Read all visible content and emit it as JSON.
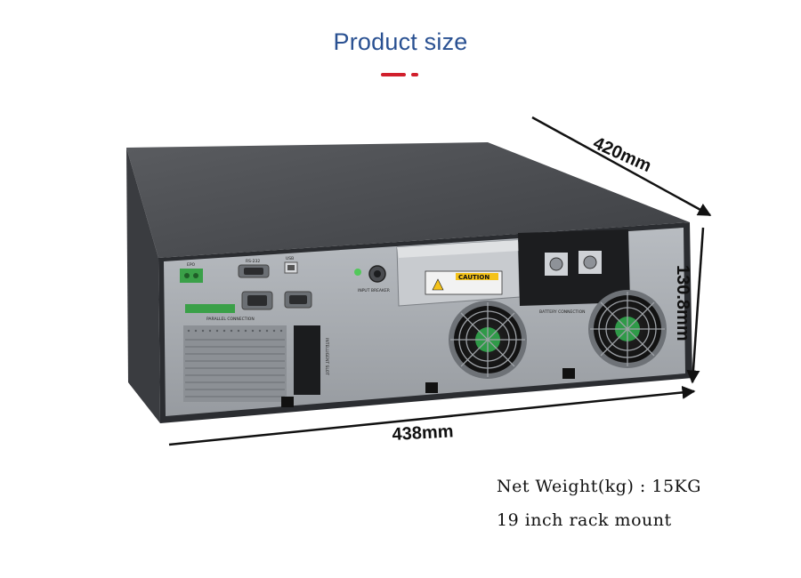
{
  "page": {
    "title": "Product size"
  },
  "dimensions": {
    "depth": "420mm",
    "width": "438mm",
    "height": "130.8mm"
  },
  "specs": {
    "net_weight": "Net Weight(kg) : 15KG",
    "mount": "19 inch rack mount"
  },
  "panel_labels": {
    "epo": "EPO",
    "rs232": "RS-232",
    "usb": "USB",
    "parallel": "PARALLEL CONNECTION",
    "input_breaker": "INPUT BREAKER",
    "caution": "CAUTION",
    "battery": "BATTERY CONNECTION",
    "slot": "INTELLIGENT SLOT"
  },
  "colors": {
    "title": "#2a5192",
    "accent": "#d11f2c",
    "case_top": "#4a4c50",
    "panel": "#a9adb2",
    "frame": "#2a2c30"
  }
}
